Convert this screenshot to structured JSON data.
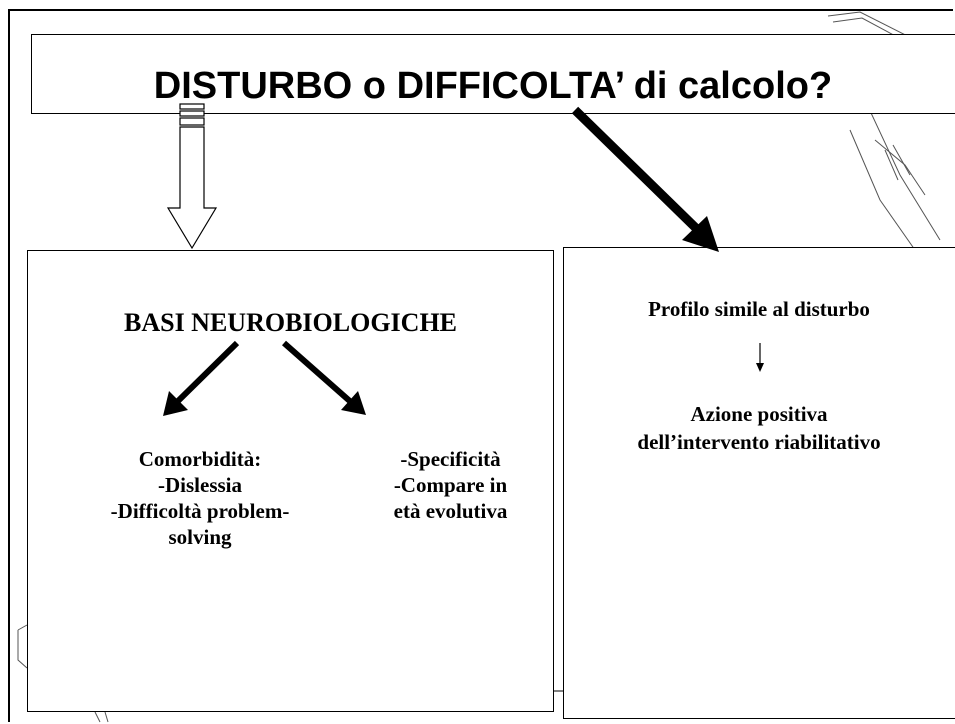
{
  "title": "DISTURBO o DIFFICOLTA’ di calcolo?",
  "left_panel": {
    "heading": "BASI NEUROBIOLOGICHE",
    "left_branch": [
      "Comorbidità:",
      "-Dislessia",
      "-Difficoltà problem-",
      "solving"
    ],
    "right_branch": [
      "-Specificità",
      "-Compare in",
      "età evolutiva"
    ]
  },
  "right_panel": {
    "profile": "Profilo simile al disturbo",
    "action": [
      "Azione positiva",
      "dell’intervento riabilitativo"
    ]
  }
}
